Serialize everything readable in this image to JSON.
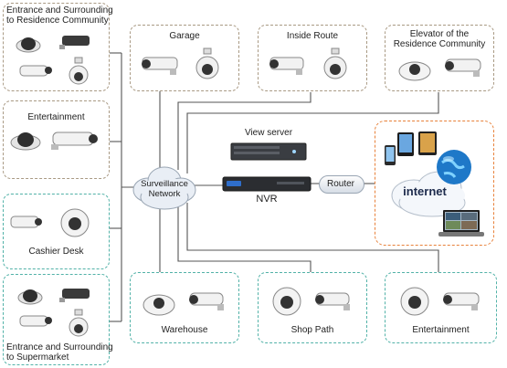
{
  "groups": {
    "entrance_community": "Entrance and Surrounding\nto Residence Community",
    "entertainment_left": "Entertainment",
    "cashier": "Cashier Desk",
    "entrance_supermarket": "Entrance and Surrounding\nto Supermarket",
    "garage": "Garage",
    "inside_route": "Inside Route",
    "elevator": "Elevator of the\nResidence Community",
    "warehouse": "Warehouse",
    "shop_path": "Shop Path",
    "entertainment_bottom": "Entertainment"
  },
  "core": {
    "network": "Surveillance\nNetwork",
    "view_server": "View server",
    "nvr": "NVR",
    "router": "Router",
    "internet": "internet"
  },
  "colors": {
    "box_brown": "#a99a84",
    "box_teal": "#52b2a8",
    "box_orange": "#e8813a",
    "line": "#555555",
    "cloud": "#e9eef5"
  }
}
